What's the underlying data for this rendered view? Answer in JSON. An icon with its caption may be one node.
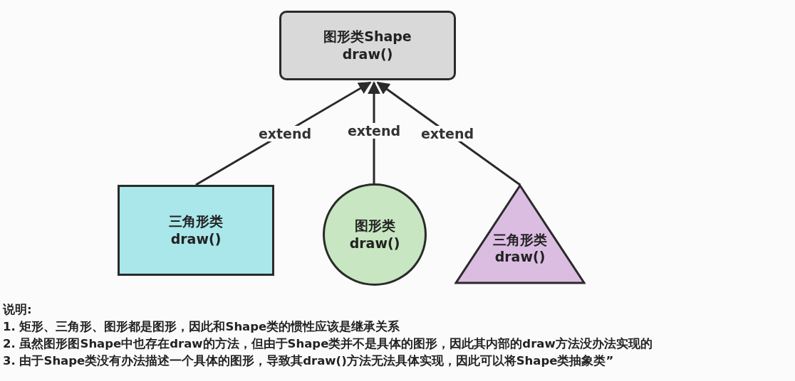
{
  "diagram": {
    "nodes": [
      {
        "text": [
          "图形类Shape",
          "draw()"
        ]
      },
      {
        "text": [
          "三角形类",
          "draw()"
        ]
      },
      {
        "text": [
          "图形类",
          "draw()"
        ]
      },
      {
        "text": [
          "三角形类",
          "draw()"
        ]
      }
    ],
    "edges": [
      {
        "from": 1,
        "to": 0,
        "arrow": "to",
        "label": "extend"
      },
      {
        "from": 2,
        "to": 0,
        "arrow": "to",
        "label": "extend"
      },
      {
        "from": 3,
        "to": 0,
        "arrow": "to",
        "label": "extend"
      }
    ],
    "labels": [
      "说明:",
      "1. 矩形、三角形、图形都是图形，因此和Shape类的惯性应该是继承关系",
      "2. 虽然图形图Shape中也存在draw的方法，但由于Shape类并不是具体的图形，因此其内部的draw方法没办法实现的",
      "3. 由于Shape类没有办法描述一个具体的图形，导致其draw()方法无法具体实现，因此可以将Shape类抽象类”"
    ]
  }
}
